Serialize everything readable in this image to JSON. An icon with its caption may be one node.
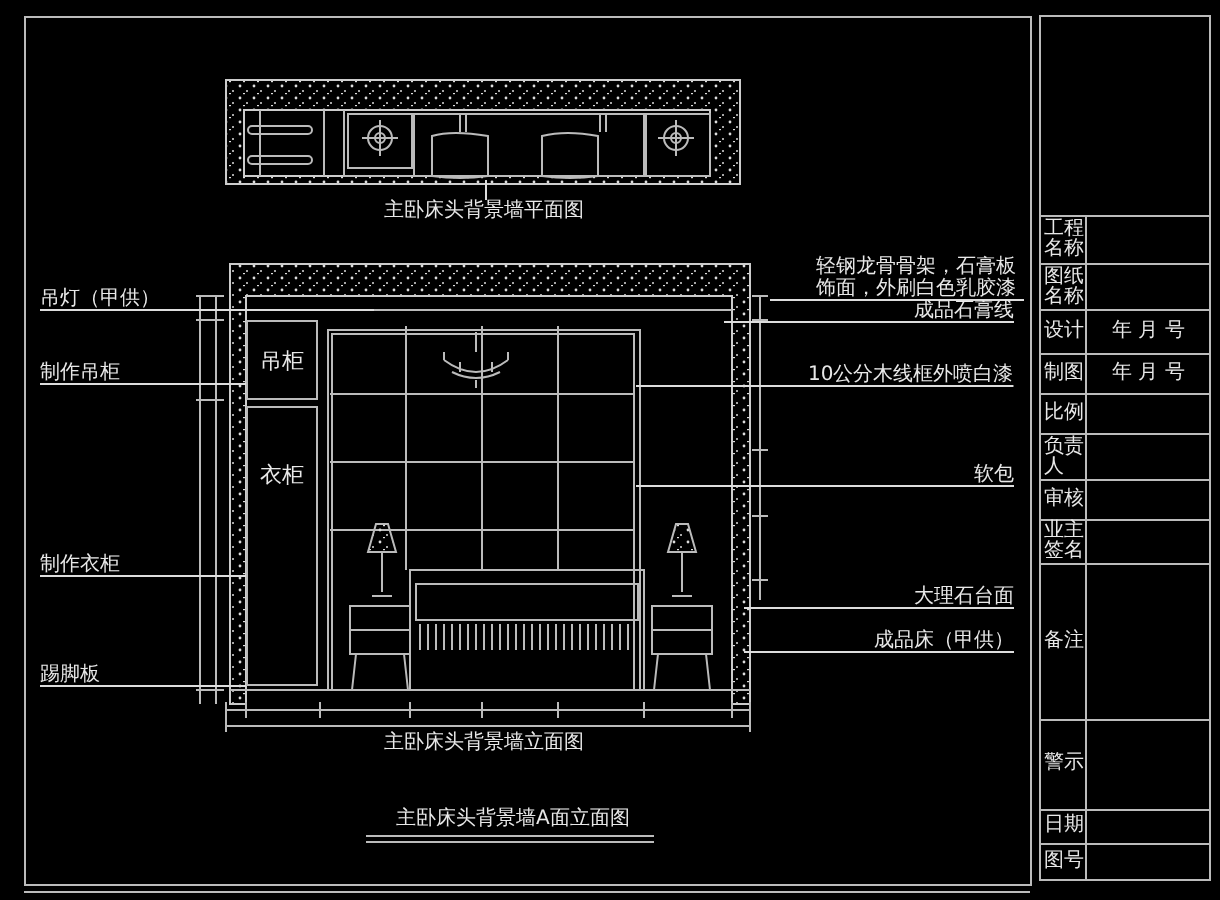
{
  "diagram": {
    "nodes": [
      {
        "text": [
          "吊灯（甲供）"
        ]
      },
      {
        "text": [
          "制作吊柜"
        ]
      },
      {
        "text": [
          "制作衣柜"
        ]
      },
      {
        "text": [
          "踢脚板"
        ]
      },
      {
        "text": [
          "轻钢龙骨骨架，石膏板饰面，外刷白色乳胶漆"
        ]
      },
      {
        "text": [
          "成品石膏线"
        ]
      },
      {
        "text": [
          "10公分木线框外喷白漆"
        ]
      },
      {
        "text": [
          "软包"
        ]
      },
      {
        "text": [
          "大理石台面"
        ]
      },
      {
        "text": [
          "成品床（甲供）"
        ]
      },
      {
        "text": [
          "主卧床头背景墙平面图"
        ]
      },
      {
        "text": [
          "吊柜"
        ]
      },
      {
        "text": [
          "衣柜"
        ]
      }
    ],
    "edges": [
      {
        "from": 0,
        "to": null,
        "arrow": "none"
      },
      {
        "from": 1,
        "to": 11,
        "arrow": "none"
      },
      {
        "from": 2,
        "to": 12,
        "arrow": "none"
      },
      {
        "from": 3,
        "to": 12,
        "arrow": "none"
      },
      {
        "from": 4,
        "to": null,
        "arrow": "none"
      },
      {
        "from": 5,
        "to": null,
        "arrow": "none"
      },
      {
        "from": 6,
        "to": null,
        "arrow": "none"
      },
      {
        "from": 7,
        "to": null,
        "arrow": "none"
      },
      {
        "from": 8,
        "to": null,
        "arrow": "none"
      },
      {
        "from": 9,
        "to": null,
        "arrow": "none"
      },
      {
        "from": 10,
        "to": null,
        "arrow": "none"
      }
    ],
    "labels": [
      "主卧床头背景墙立面图",
      "主卧床头背景墙A面立面图",
      "工程名称",
      "图纸名称",
      "设计",
      "年 月 号",
      "制图",
      "年 月 号",
      "比例",
      "负责人",
      "审核",
      "业主签名",
      "备注",
      "警示",
      "日期",
      "图号"
    ]
  }
}
